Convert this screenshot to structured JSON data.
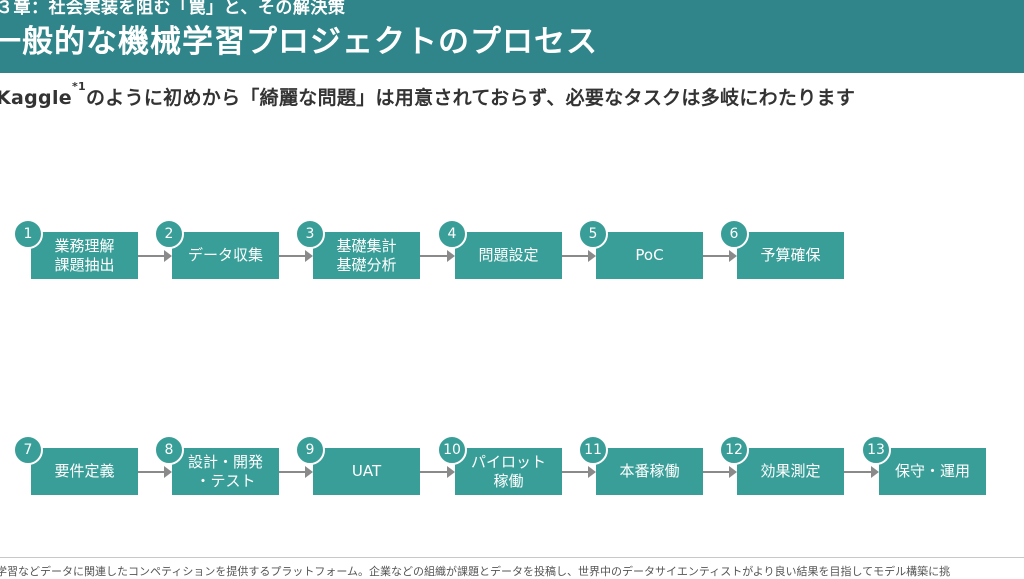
{
  "header": {
    "chapter": "３章：社会実装を阻む「罠」と、その解決策",
    "title": "一般的な機械学習プロジェクトのプロセス"
  },
  "subtitle": {
    "prefix": "Kaggle",
    "sup": "*1",
    "text": "のように初めから「綺麗な問題」は用意されておらず、必要なタスクは多岐にわたります"
  },
  "steps": [
    {
      "num": "1",
      "label": "業務理解\n課題抽出"
    },
    {
      "num": "2",
      "label": "データ収集"
    },
    {
      "num": "3",
      "label": "基礎集計\n基礎分析"
    },
    {
      "num": "4",
      "label": "問題設定"
    },
    {
      "num": "5",
      "label": "PoC"
    },
    {
      "num": "6",
      "label": "予算確保"
    },
    {
      "num": "7",
      "label": "要件定義"
    },
    {
      "num": "8",
      "label": "設計・開発\n・テスト"
    },
    {
      "num": "9",
      "label": "UAT"
    },
    {
      "num": "10",
      "label": "パイロット\n稼働"
    },
    {
      "num": "11",
      "label": "本番稼働"
    },
    {
      "num": "12",
      "label": "効果測定"
    },
    {
      "num": "13",
      "label": "保守・運用"
    }
  ],
  "footnote": "学習などデータに関連したコンペティションを提供するプラットフォーム。企業などの組織が課題とデータを投稿し、世界中のデータサイエンティストがより良い結果を目指してモデル構築に挑"
}
